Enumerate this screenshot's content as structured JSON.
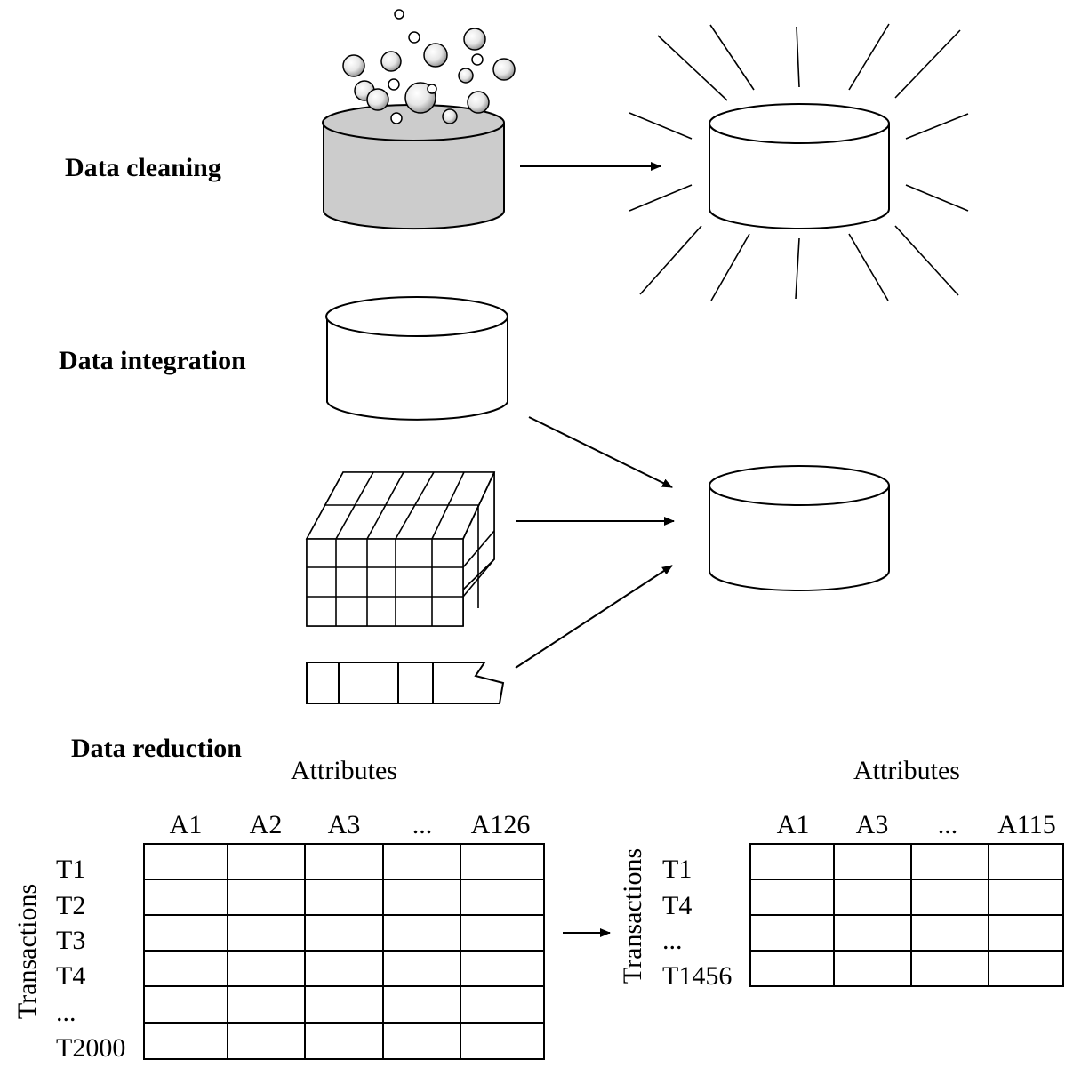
{
  "sections": {
    "cleaning": "Data cleaning",
    "integration": "Data integration",
    "reduction": "Data reduction"
  },
  "colors": {
    "dirty_fill": "#cccccc",
    "clean_fill": "#ffffff",
    "stroke": "#000000"
  },
  "reduction": {
    "original": {
      "attributes_label": "Attributes",
      "transactions_label": "Transactions",
      "columns": [
        "A1",
        "A2",
        "A3",
        "...",
        "A126"
      ],
      "rows": [
        "T1",
        "T2",
        "T3",
        "T4",
        "...",
        "T2000"
      ]
    },
    "reduced": {
      "attributes_label": "Attributes",
      "transactions_label": "Transactions",
      "columns": [
        "A1",
        "A3",
        "...",
        "A115"
      ],
      "rows": [
        "T1",
        "T4",
        "...",
        "T1456"
      ]
    }
  }
}
